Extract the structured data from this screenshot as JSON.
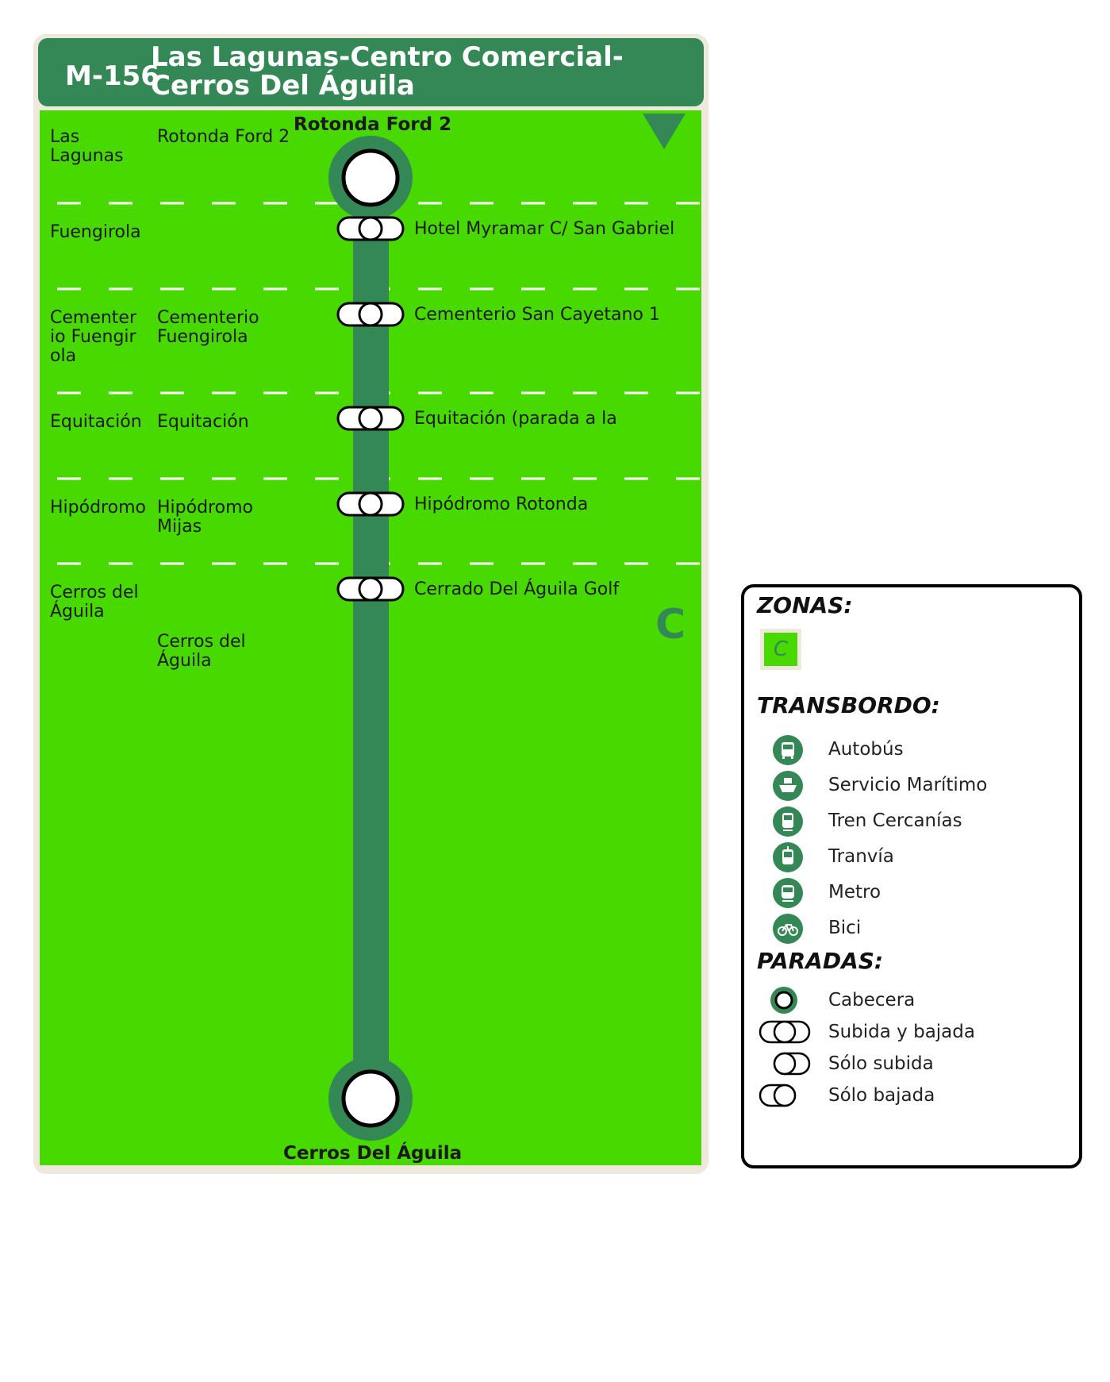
{
  "header": {
    "route_code": "M-156",
    "route_name": "Las Lagunas-Centro Comercial-Cerros Del Águila"
  },
  "colors": {
    "brand_green": "#338856",
    "zone_green": "#47d900",
    "frame": "#eee8dd"
  },
  "line": {
    "start_label": "Rotonda Ford 2",
    "end_label": "Cerros Del Águila",
    "direction_icon": "down-triangle-icon",
    "zone_letter": "C",
    "stops": [
      {
        "municipality": "Las Lagunas",
        "locality": "Rotonda Ford 2",
        "stop": "",
        "type": "cabecera"
      },
      {
        "municipality": "Fuengirola",
        "locality": "",
        "stop": "Hotel Myramar C/ San Gabriel",
        "type": "subida-bajada"
      },
      {
        "municipality": "Cementerio Fuengirola",
        "locality": "Cementerio Fuengirola",
        "stop": "Cementerio San Cayetano 1",
        "type": "subida-bajada"
      },
      {
        "municipality": "Equitación",
        "locality": "Equitación",
        "stop": "Equitación (parada a la",
        "type": "subida-bajada"
      },
      {
        "municipality": "Hipódromo",
        "locality": "Hipódromo Mijas",
        "stop": "Hipódromo Rotonda",
        "type": "subida-bajada"
      },
      {
        "municipality": "Cerros del Águila",
        "locality": "Cerros del Águila",
        "stop": "Cerrado Del Águila Golf",
        "type": "subida-bajada"
      }
    ]
  },
  "legend": {
    "zonas_title": "ZONAS:",
    "zone_chip": "C",
    "transbordo_title": "TRANSBORDO:",
    "transbordo": [
      {
        "icon": "bus-icon",
        "label": "Autobús"
      },
      {
        "icon": "ship-icon",
        "label": "Servicio Marítimo"
      },
      {
        "icon": "train-icon",
        "label": "Tren Cercanías"
      },
      {
        "icon": "tram-icon",
        "label": "Tranvía"
      },
      {
        "icon": "metro-icon",
        "label": "Metro"
      },
      {
        "icon": "bike-icon",
        "label": "Bici"
      }
    ],
    "paradas_title": "PARADAS:",
    "paradas": [
      {
        "icon": "cabecera-icon",
        "label": "Cabecera"
      },
      {
        "icon": "subida-bajada-icon",
        "label": "Subida y bajada"
      },
      {
        "icon": "solo-subida-icon",
        "label": "Sólo subida"
      },
      {
        "icon": "solo-bajada-icon",
        "label": "Sólo bajada"
      }
    ]
  }
}
